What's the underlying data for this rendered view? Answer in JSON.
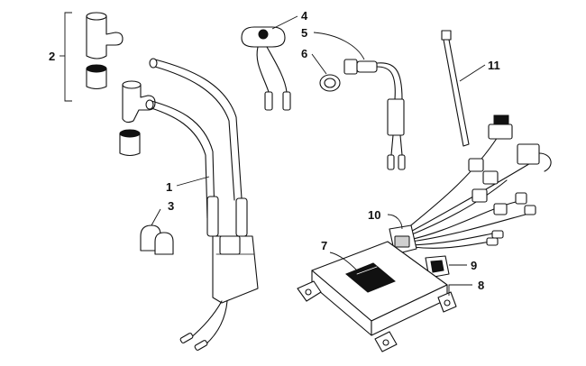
{
  "diagram": {
    "callouts": [
      {
        "id": "1",
        "label": "1"
      },
      {
        "id": "2",
        "label": "2"
      },
      {
        "id": "3",
        "label": "3"
      },
      {
        "id": "4",
        "label": "4"
      },
      {
        "id": "5",
        "label": "5"
      },
      {
        "id": "6",
        "label": "6"
      },
      {
        "id": "7",
        "label": "7"
      },
      {
        "id": "8",
        "label": "8"
      },
      {
        "id": "9",
        "label": "9"
      },
      {
        "id": "10",
        "label": "10"
      },
      {
        "id": "11",
        "label": "11"
      }
    ],
    "colors": {
      "ink": "#111111",
      "background": "#ffffff"
    }
  }
}
